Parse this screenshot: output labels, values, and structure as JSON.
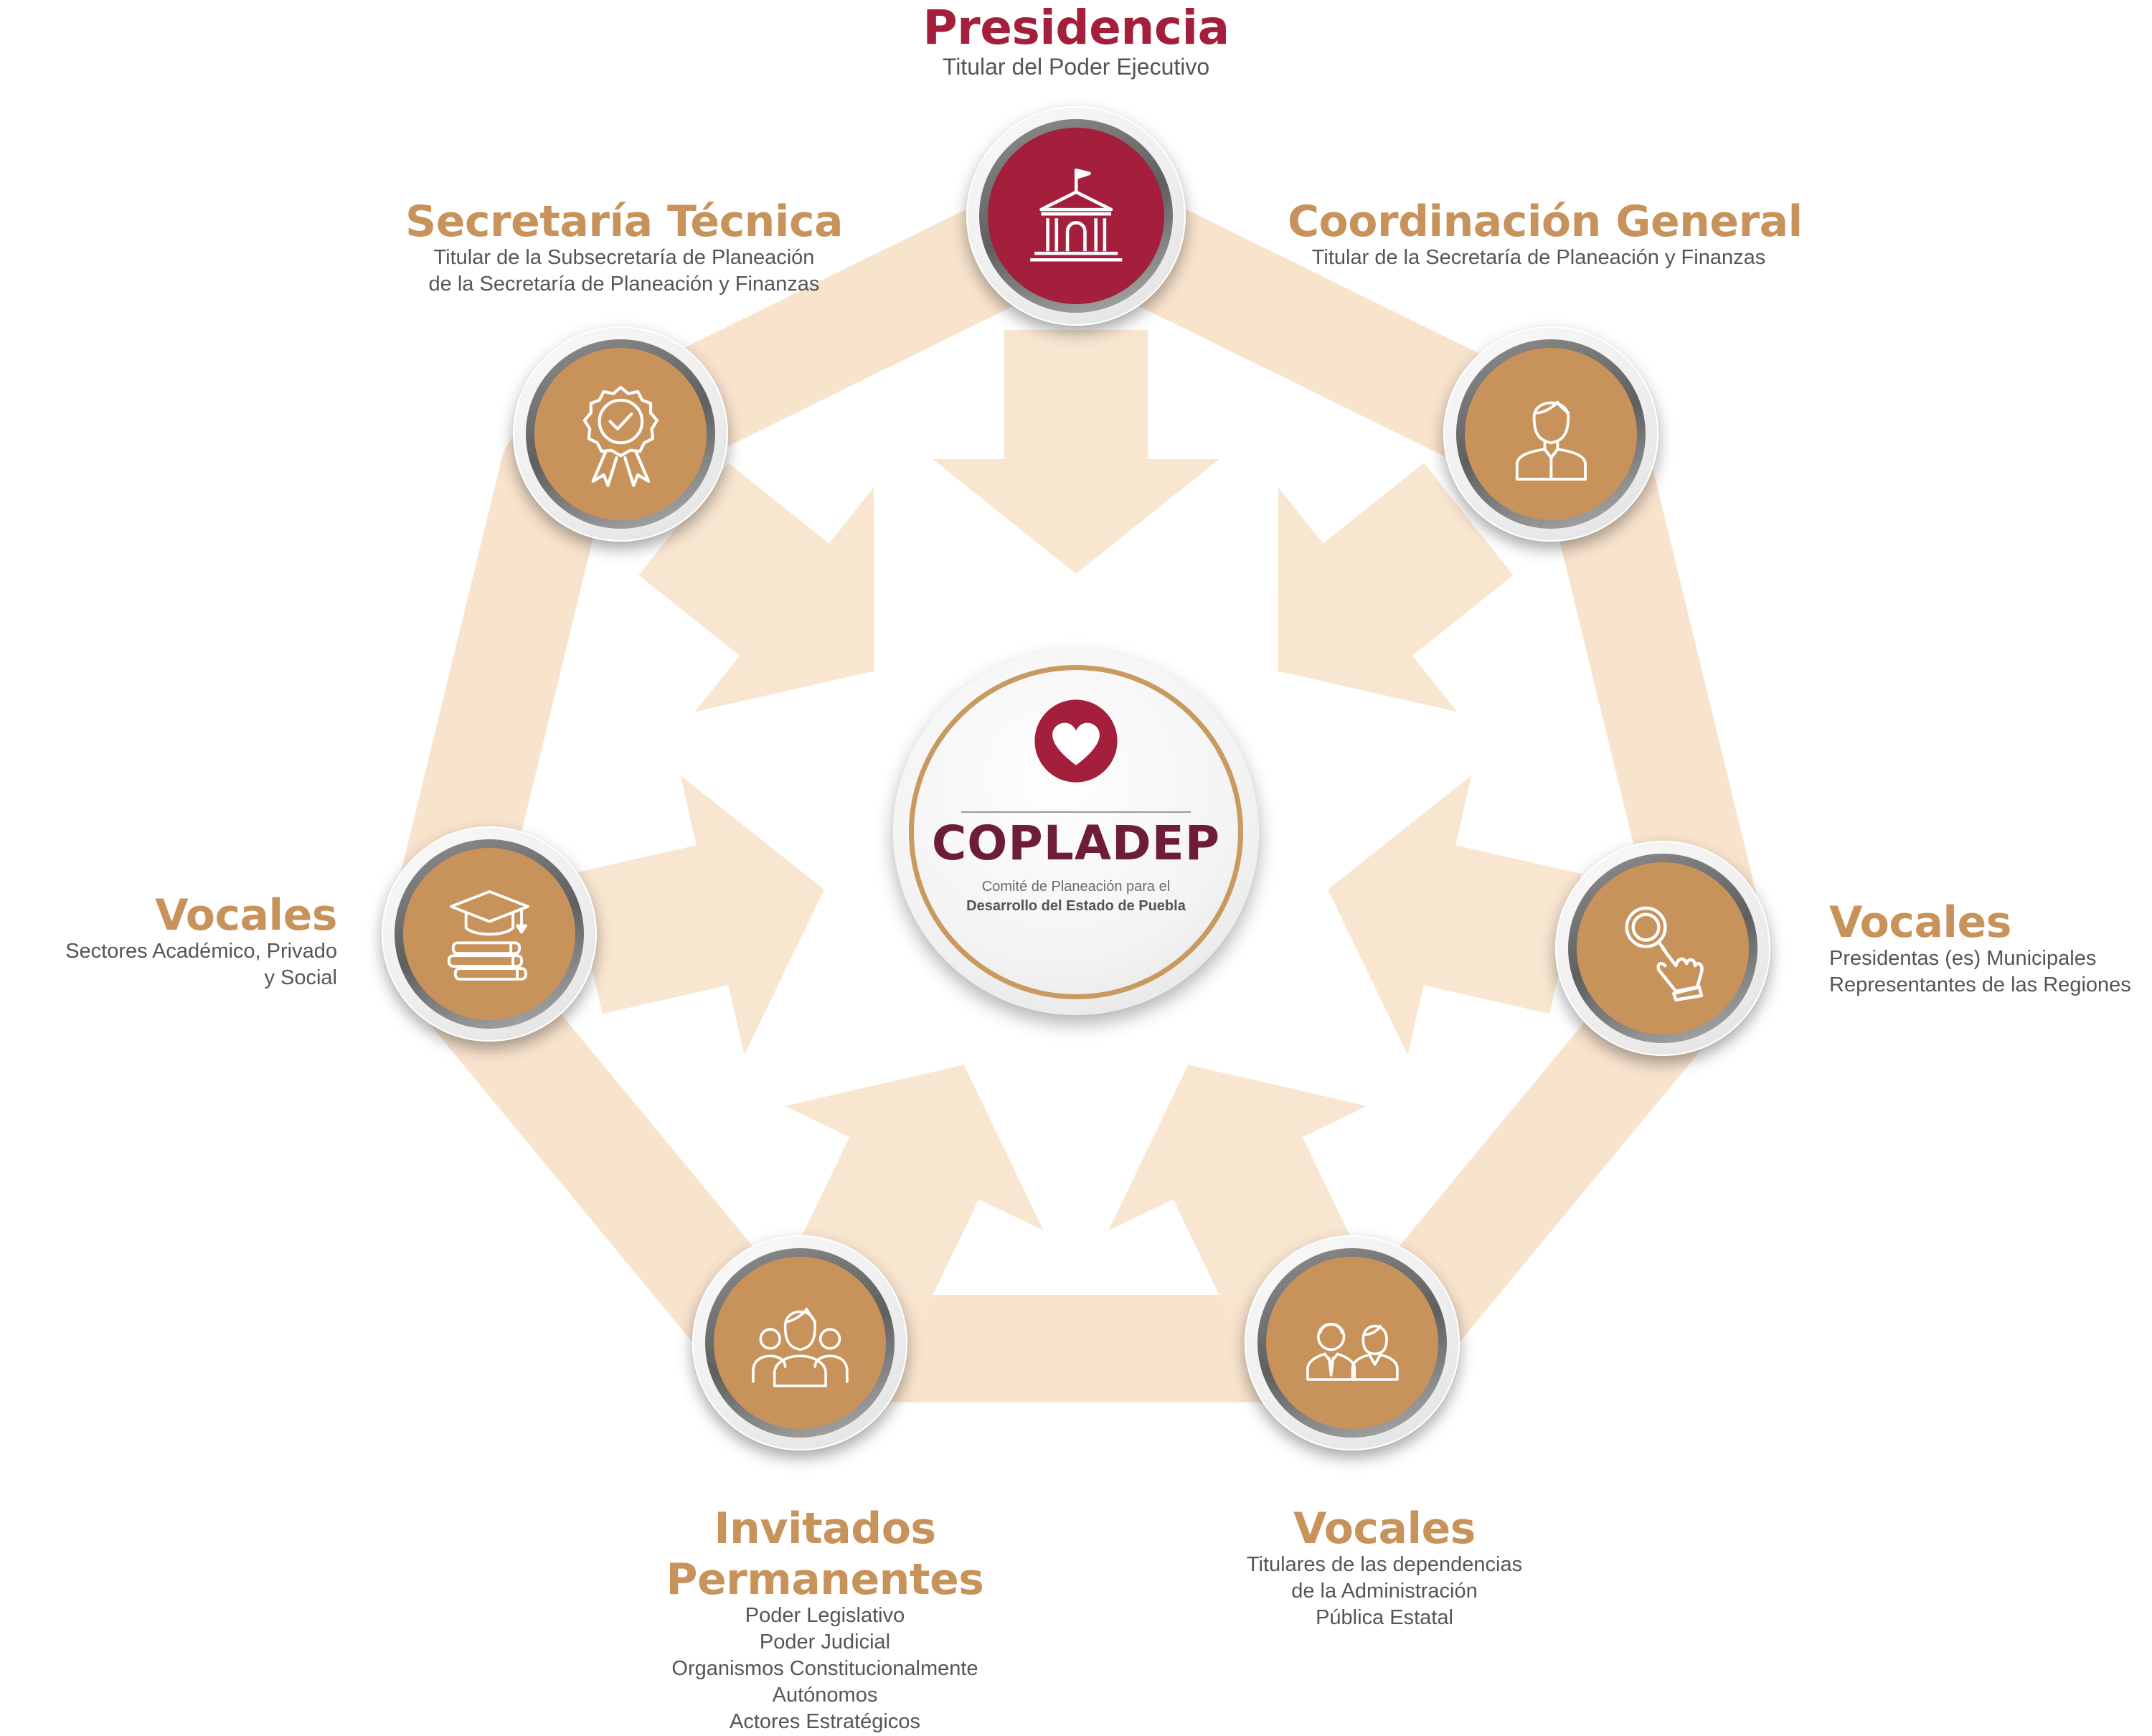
{
  "colors": {
    "maroon": "#a31f3c",
    "gold": "#c8925b",
    "wine": "#6d1d3a",
    "peach": "#f4d7b6",
    "gray_text": "#555555"
  },
  "center": {
    "icon": "heart-icon",
    "acronym": "COPLADEP",
    "line1": "Comité de Planeación para el",
    "line2": "Desarrollo del Estado de Puebla"
  },
  "nodes": [
    {
      "key": "presidencia",
      "icon": "government-building-icon",
      "title": "Presidencia",
      "lines": [
        "Titular del Poder Ejecutivo"
      ]
    },
    {
      "key": "coordinacion",
      "icon": "woman-official-icon",
      "title": "Coordinación General",
      "lines": [
        "Titular de la Secretaría de Planeación y Finanzas"
      ]
    },
    {
      "key": "vocales_municipales",
      "icon": "magnifier-hand-icon",
      "title": "Vocales",
      "lines": [
        "Presidentas (es) Municipales",
        "Representantes de las Regiones"
      ]
    },
    {
      "key": "vocales_dependencias",
      "icon": "man-woman-icon",
      "title": "Vocales",
      "lines": [
        "Titulares de las dependencias",
        "de la Administración",
        "Pública Estatal"
      ]
    },
    {
      "key": "invitados",
      "icon": "group-people-icon",
      "title_line1": "Invitados",
      "title_line2": "Permanentes",
      "lines": [
        "Poder Legislativo",
        "Poder Judicial",
        "Organismos Constitucionalmente",
        "Autónomos",
        "Actores Estratégicos"
      ]
    },
    {
      "key": "vocales_sectores",
      "icon": "graduation-books-icon",
      "title": "Vocales",
      "lines": [
        "Sectores Académico, Privado",
        "y Social"
      ]
    },
    {
      "key": "secretaria",
      "icon": "certified-badge-icon",
      "title": "Secretaría Técnica",
      "lines": [
        "Titular de la Subsecretaría de Planeación",
        "de la Secretaría de Planeación y Finanzas"
      ]
    }
  ]
}
